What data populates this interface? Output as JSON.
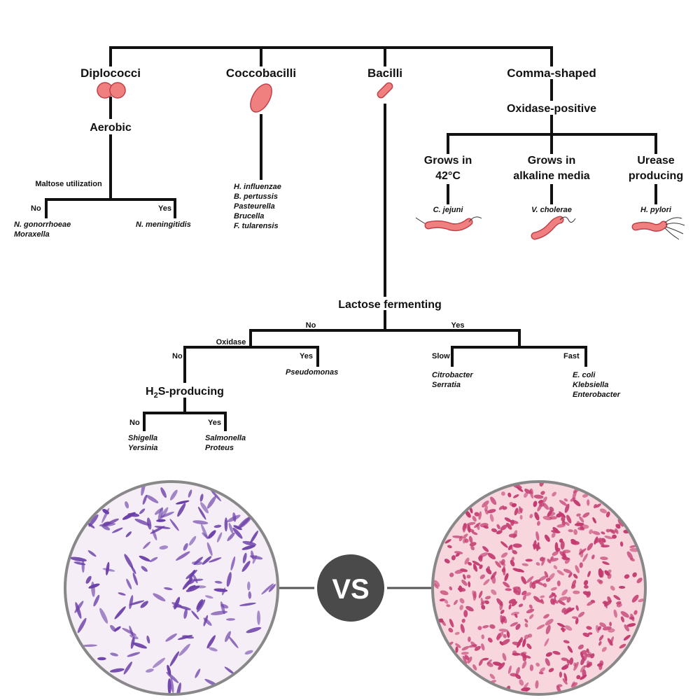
{
  "categories": {
    "diplococci": "Diplococci",
    "coccobacilli": "Coccobacilli",
    "bacilli": "Bacilli",
    "comma_shaped": "Comma-shaped"
  },
  "diplococci_branch": {
    "aerobic": "Aerobic",
    "maltose": "Maltose utilization",
    "no": "No",
    "yes": "Yes",
    "no_species": [
      "N. gonorrhoeae",
      "Moraxella"
    ],
    "yes_species": [
      "N. meningitidis"
    ]
  },
  "coccobacilli_species": [
    "H. influenzae",
    "B. pertussis",
    "Pasteurella",
    "Brucella",
    "F. tularensis"
  ],
  "comma_branch": {
    "oxidase_positive": "Oxidase-positive",
    "grows_42": [
      "Grows in",
      "42°C"
    ],
    "grows_alkaline": [
      "Grows in",
      "alkaline media"
    ],
    "urease": [
      "Urease",
      "producing"
    ],
    "c_jejuni": "C. jejuni",
    "v_cholerae": "V. cholerae",
    "h_pylori": "H. pylori"
  },
  "bacilli_branch": {
    "lactose": "Lactose fermenting",
    "no": "No",
    "yes": "Yes",
    "oxidase": "Oxidase",
    "oxidase_no": "No",
    "oxidase_yes": "Yes",
    "pseudomonas": "Pseudomonas",
    "h2s_h": "H",
    "h2s_sub": "2",
    "h2s_rest": "S-producing",
    "h2s_no": "No",
    "h2s_yes": "Yes",
    "h2s_no_species": [
      "Shigella",
      "Yersinia"
    ],
    "h2s_yes_species": [
      "Salmonella",
      "Proteus"
    ],
    "slow": "Slow",
    "fast": "Fast",
    "slow_species": [
      "Citrobacter",
      "Serratia"
    ],
    "fast_species": [
      "E. coli",
      "Klebsiella",
      "Enterobacter"
    ]
  },
  "vs_label": "VS",
  "colors": {
    "bacterium_fill": "#f08080",
    "bacterium_stroke": "#c0404a",
    "gram_positive_stain": "#6a3fa8",
    "gram_negative_stain": "#c23a6e",
    "vs_badge": "#4a4a4a"
  }
}
